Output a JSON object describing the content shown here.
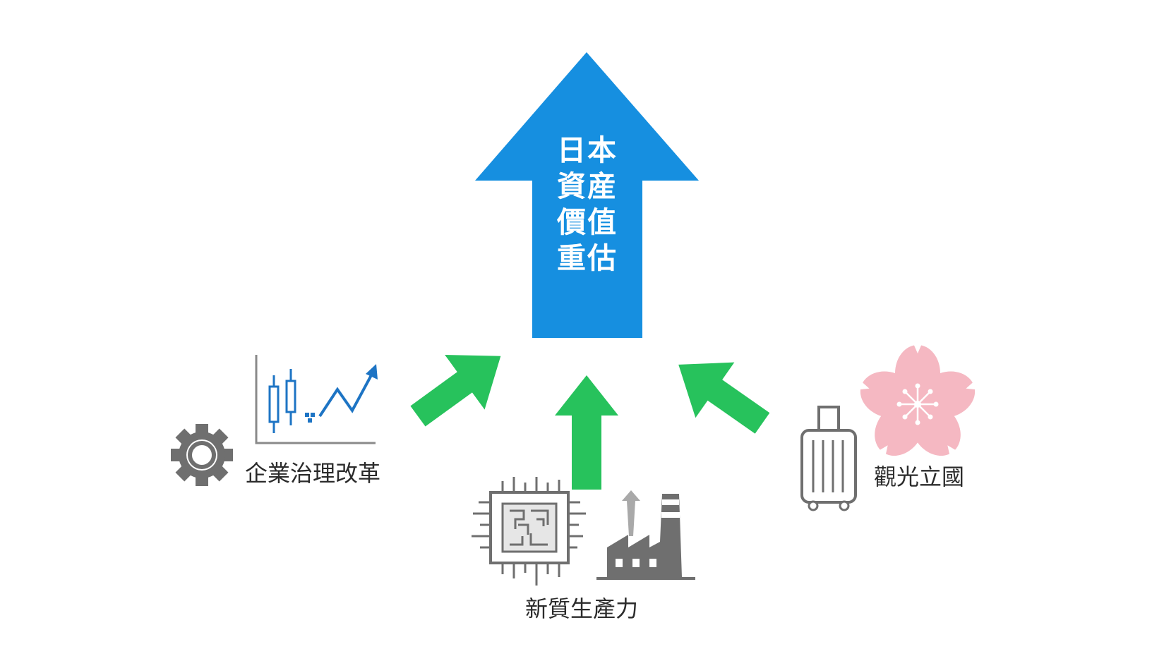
{
  "main": {
    "title_lines": [
      "日本",
      "資産",
      "價值",
      "重估"
    ]
  },
  "drivers": [
    {
      "label": "企業治理改革",
      "icons": [
        "gear-icon",
        "candlestick-chart-icon",
        "trend-up-arrow-icon"
      ]
    },
    {
      "label": "新質生產力",
      "icons": [
        "microchip-icon",
        "factory-icon"
      ]
    },
    {
      "label": "觀光立國",
      "icons": [
        "suitcase-icon",
        "sakura-flower-icon"
      ]
    }
  ],
  "colors": {
    "main_arrow": "#168fe0",
    "driver_arrow": "#27c25c",
    "icon_gray": "#6f6f6f",
    "icon_blue": "#1d74c4",
    "sakura": "#f5b8c2",
    "text": "#2b2b2b"
  }
}
